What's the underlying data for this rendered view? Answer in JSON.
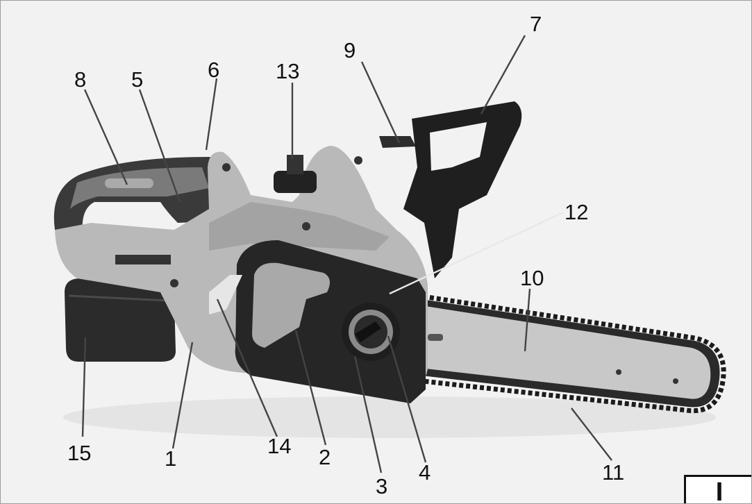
{
  "figure_label": "I",
  "callouts": [
    {
      "id": "1",
      "text": "1"
    },
    {
      "id": "2",
      "text": "2"
    },
    {
      "id": "3",
      "text": "3"
    },
    {
      "id": "4",
      "text": "4"
    },
    {
      "id": "5",
      "text": "5"
    },
    {
      "id": "6",
      "text": "6"
    },
    {
      "id": "7",
      "text": "7"
    },
    {
      "id": "8",
      "text": "8"
    },
    {
      "id": "9",
      "text": "9"
    },
    {
      "id": "10",
      "text": "10"
    },
    {
      "id": "11",
      "text": "11"
    },
    {
      "id": "12",
      "text": "12"
    },
    {
      "id": "13",
      "text": "13"
    },
    {
      "id": "14",
      "text": "14"
    },
    {
      "id": "15",
      "text": "15"
    }
  ],
  "colors": {
    "background": "#f2f2f2",
    "body_gray": "#b8b8b8",
    "dark_parts": "#2b2b2b",
    "bar": "#c9c9c9",
    "label_text": "#111111"
  }
}
